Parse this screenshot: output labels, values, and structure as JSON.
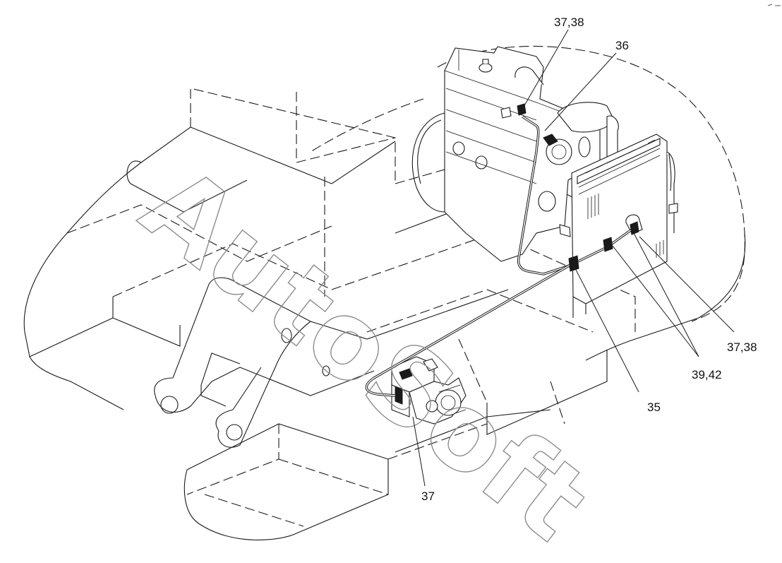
{
  "diagram": {
    "callouts": {
      "c_37_38_top": "37,38",
      "c_36": "36",
      "c_37_38_right": "37,38",
      "c_39_42": "39,42",
      "c_35": "35",
      "c_37_bottom": "37"
    },
    "watermark": "AutoSoft"
  }
}
